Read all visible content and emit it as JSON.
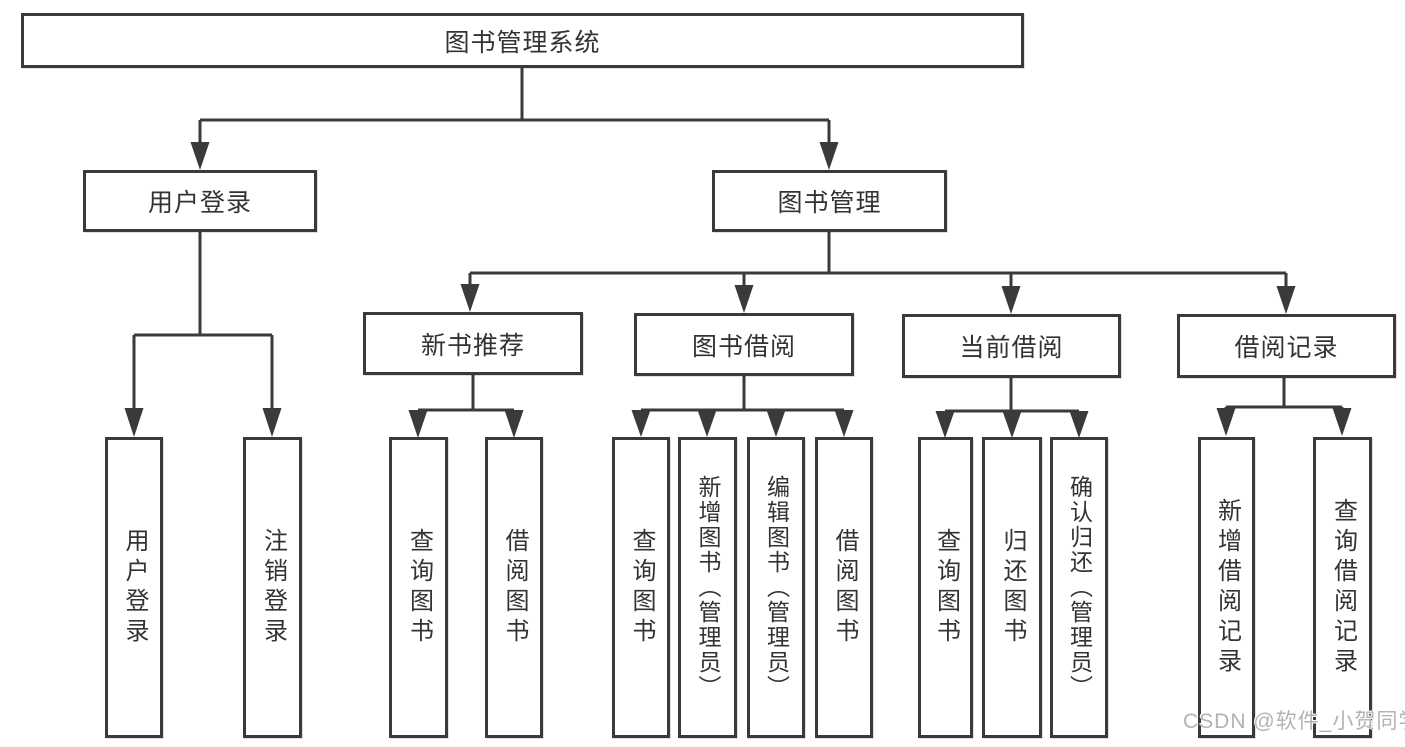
{
  "diagram": {
    "type": "tree-hierarchy",
    "colors": {
      "line": "#3a3a3a",
      "text": "#333333",
      "background": "#ffffff",
      "watermark": "#b3b3b3"
    },
    "watermark": "CSDN @软件_小贺同学",
    "nodes": {
      "root": {
        "label": "图书管理系统"
      },
      "user_login": {
        "label": "用户登录"
      },
      "book_mgmt": {
        "label": "图书管理"
      },
      "new_rec": {
        "label": "新书推荐"
      },
      "book_borrow": {
        "label": "图书借阅"
      },
      "current_borrow": {
        "label": "当前借阅"
      },
      "borrow_records": {
        "label": "借阅记录"
      },
      "leaf_user_login": {
        "label": "用户登录",
        "parent": "user_login"
      },
      "leaf_logout": {
        "label": "注销登录",
        "parent": "user_login"
      },
      "leaf_rec_query": {
        "label": "查询图书",
        "parent": "new_rec"
      },
      "leaf_rec_borrow": {
        "label": "借阅图书",
        "parent": "new_rec"
      },
      "leaf_bb_query": {
        "label": "查询图书",
        "parent": "book_borrow"
      },
      "leaf_bb_add": {
        "label": "新增图书（管理员）",
        "parent": "book_borrow"
      },
      "leaf_bb_edit": {
        "label": "编辑图书（管理员）",
        "parent": "book_borrow"
      },
      "leaf_bb_borrow": {
        "label": "借阅图书",
        "parent": "book_borrow"
      },
      "leaf_cb_query": {
        "label": "查询图书",
        "parent": "current_borrow"
      },
      "leaf_cb_return": {
        "label": "归还图书",
        "parent": "current_borrow"
      },
      "leaf_cb_confirm": {
        "label": "确认归还（管理员）",
        "parent": "current_borrow"
      },
      "leaf_rec_add_record": {
        "label": "新增借阅记录",
        "parent": "borrow_records"
      },
      "leaf_rec_query_record": {
        "label": "查询借阅记录",
        "parent": "borrow_records"
      }
    }
  }
}
